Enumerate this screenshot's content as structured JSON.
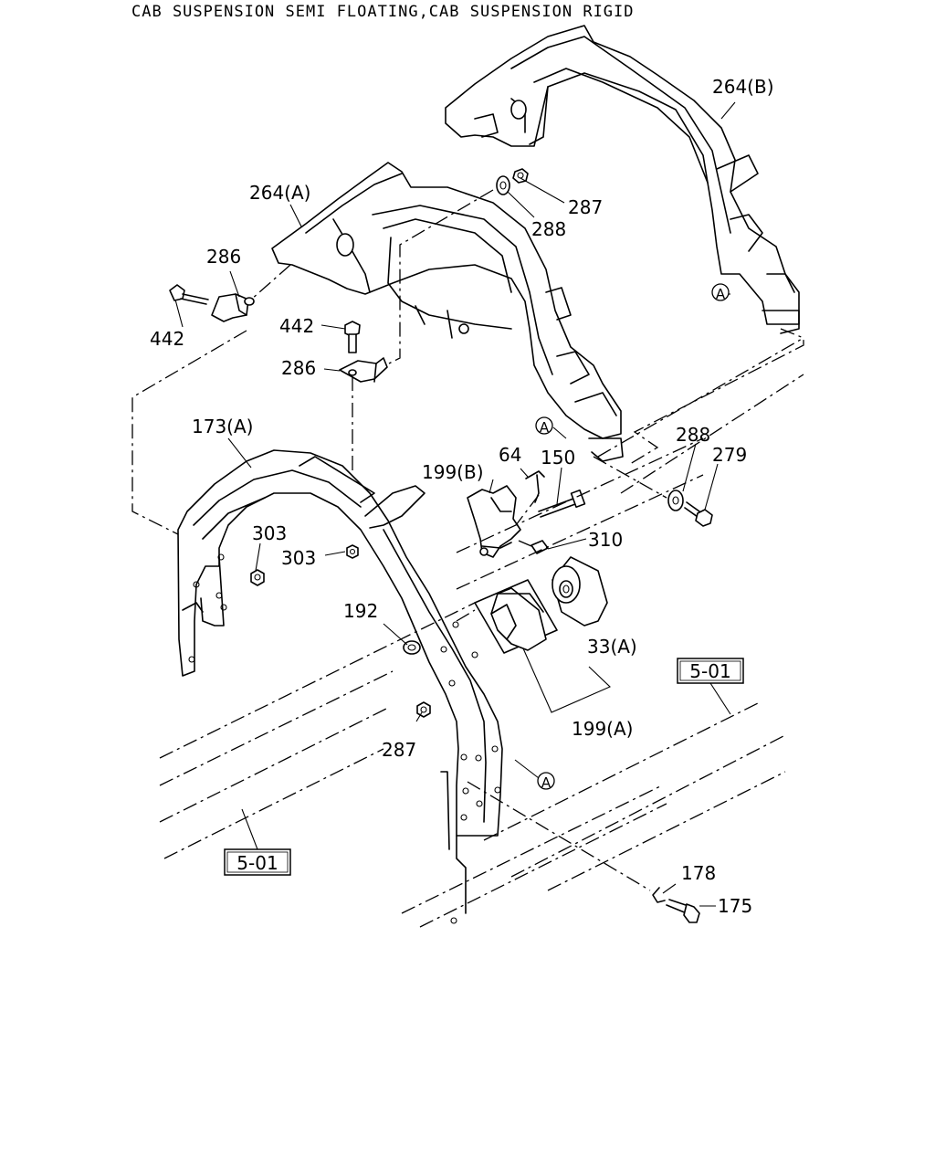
{
  "title": "CAB SUSPENSION SEMI FLOATING,CAB SUSPENSION RIGID",
  "callouts": {
    "c264b": "264(B)",
    "c264a": "264(A)",
    "c287a": "287",
    "c288a": "288",
    "c286a": "286",
    "c442a": "442",
    "c442b": "442",
    "c286b": "286",
    "c173a": "173(A)",
    "c288b": "288",
    "c279": "279",
    "c64": "64",
    "c150": "150",
    "c199b": "199(B)",
    "c310": "310",
    "c303a": "303",
    "c303b": "303",
    "c192": "192",
    "c33a": "33(A)",
    "c199a": "199(A)",
    "c287b": "287",
    "c178": "178",
    "c175": "175"
  },
  "refs": {
    "r1": "5-01",
    "r2": "5-01"
  },
  "circle_marks": {
    "m1": "A",
    "m2": "A",
    "m3": "A"
  }
}
